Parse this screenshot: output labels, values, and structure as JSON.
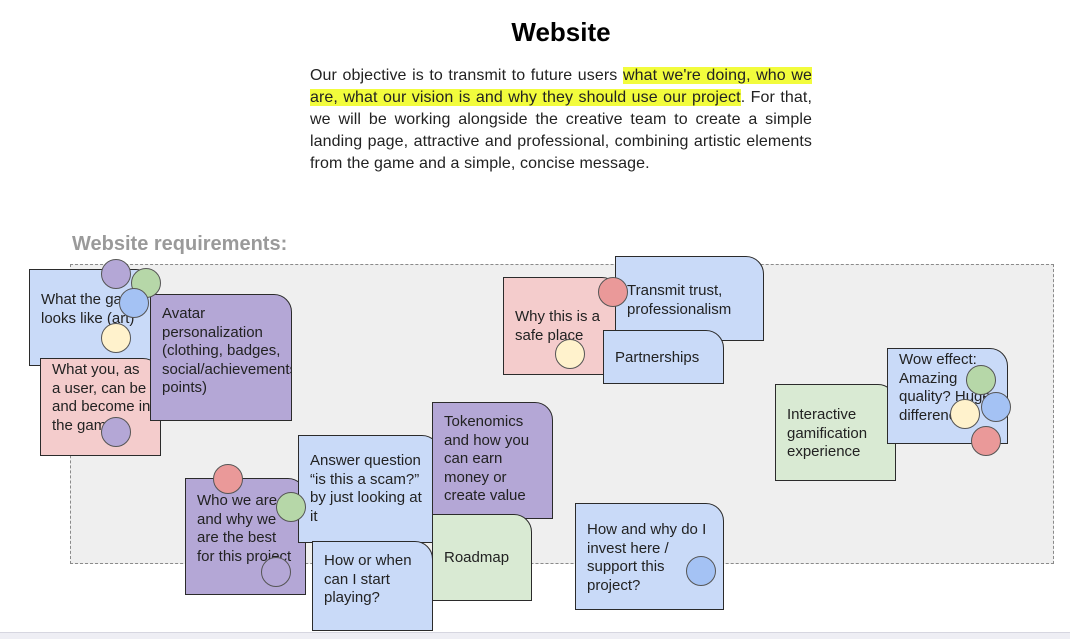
{
  "page": {
    "title": "Website",
    "objective": {
      "before": "Our objective is to transmit to future users ",
      "highlight": "what we're doing, who we are, what our vision is and why they should use our project",
      "after": ". For that, we will be working alongside the creative team to create a simple landing page, attractive and professional, combining artistic elements from the game and a simple, concise message."
    },
    "requirements_heading": "Website requirements:"
  },
  "notes": {
    "art": "What the game looks like (art)",
    "avatar": "Avatar personalization (clothing, badges, social/achievements points)",
    "user": "What you, as a user, can be and become in the game",
    "who": "Who we are and why we are the best for this project",
    "scam": "Answer question “is this a scam?” by just looking at it",
    "tokenomics": "Tokenomics and how you can earn money or create value",
    "playing": "How or when can I start playing?",
    "roadmap": "Roadmap",
    "safe": "Why this is a safe place",
    "trust": "Transmit trust, professionalism",
    "partnerships": "Partnerships",
    "invest": "How and why do I invest here / support this project?",
    "gamification": "Interactive gamification experience",
    "wow": "Wow effect: Amazing quality? Huge difference?"
  },
  "colors": {
    "note_blue": "#c9daf8",
    "note_pink": "#f4cccc",
    "note_purple": "#b4a7d6",
    "note_green": "#d9ead3",
    "highlight": "#f2fc3c",
    "dot_purple": "#b4a7d6",
    "dot_green": "#b6d7a8",
    "dot_blue": "#a4c2f4",
    "dot_yellow": "#fff2cc",
    "dot_red": "#ea9999"
  }
}
